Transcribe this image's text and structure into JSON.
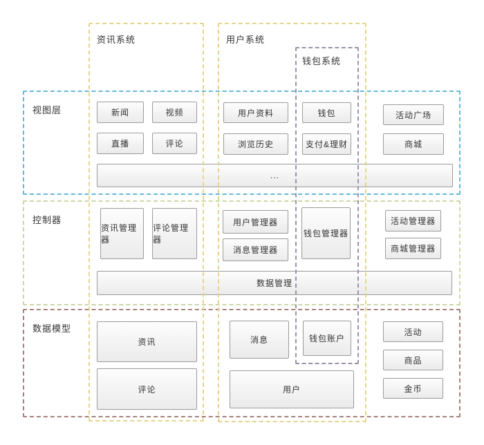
{
  "diagram": {
    "systems": {
      "news": "资讯系统",
      "user": "用户系统",
      "wallet": "钱包系统"
    },
    "layers": {
      "view": "视图层",
      "controller": "控制器",
      "model": "数据模型"
    },
    "boxes": {
      "news": "新闻",
      "video": "视频",
      "live": "直播",
      "comment": "评论",
      "user_profile": "用户资料",
      "browse_history": "浏览历史",
      "wallet": "钱包",
      "pay_finance": "支付&理财",
      "activity_square": "活动广场",
      "mall": "商城",
      "ellipsis": "...",
      "news_manager": "资讯管理器",
      "comment_manager": "评论管理器",
      "user_manager": "用户管理器",
      "message_manager": "消息管理器",
      "wallet_manager": "钱包管理器",
      "activity_manager": "活动管理器",
      "mall_manager": "商城管理器",
      "data_manager": "数据管理",
      "news_model": "资讯",
      "comment_model": "评论",
      "message_model": "消息",
      "wallet_account": "钱包账户",
      "user_model": "用户",
      "activity_model": "活动",
      "goods_model": "商品",
      "coin_model": "金币"
    },
    "colors": {
      "system_column_border": "#e5d48c",
      "wallet_column_border": "#9b90a4",
      "view_layer_border": "#64b7d9",
      "controller_layer_border": "#ccd7a5",
      "model_layer_border": "#a5807c",
      "box_border": "#9a9a9a",
      "box_fill_top": "#fdfdfd",
      "box_fill_bottom": "#ebebeb",
      "text": "#333333",
      "background": "#ffffff"
    }
  }
}
